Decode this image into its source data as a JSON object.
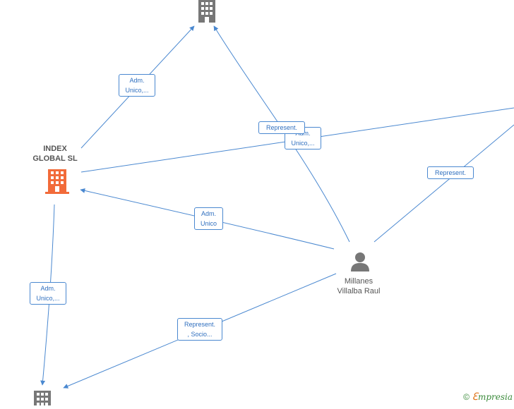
{
  "nodes": {
    "index_global": {
      "label_line1": "INDEX",
      "label_line2": "GLOBAL  SL",
      "color": "#f26b3a"
    },
    "millanes": {
      "label_line1": "Millanes",
      "label_line2": "Villalba Raul",
      "color": "#777777"
    },
    "company_top": {
      "color": "#777777"
    },
    "company_bottom": {
      "color": "#777777"
    }
  },
  "edge_labels": {
    "adm_unico_top": [
      "Adm.",
      "Unico,..."
    ],
    "represent_top": [
      "Represent."
    ],
    "adm_unico_mid": [
      "Adm.",
      "Unico,..."
    ],
    "represent_right": [
      "Represent."
    ],
    "adm_unico_index": [
      "Adm.",
      "Unico"
    ],
    "adm_unico_bottom": [
      "Adm.",
      "Unico,..."
    ],
    "represent_socio": [
      "Represent.",
      ", Socio..."
    ]
  },
  "colors": {
    "edge": "#4a88d0",
    "label_text": "#2f6fbf"
  },
  "watermark": {
    "symbol": "©",
    "brand_first": "ℇ",
    "brand_rest": "mpresia"
  }
}
